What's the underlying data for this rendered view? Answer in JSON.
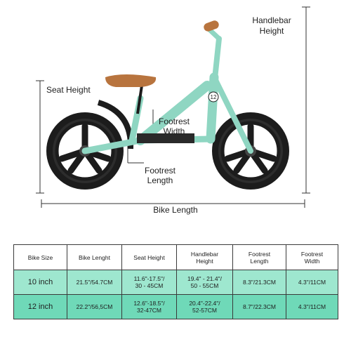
{
  "labels": {
    "handlebar_height": [
      "Handlebar",
      "Height"
    ],
    "seat_height": "Seat Height",
    "footrest_width": [
      "Footrest",
      "Width"
    ],
    "footrest_length": [
      "Footrest",
      "Length"
    ],
    "bike_length": "Bike Length",
    "frame_badge": "12"
  },
  "colors": {
    "frame": "#8fd6c2",
    "tire": "#1c1c1c",
    "saddle": "#b8743e",
    "row_10": "#9ee7cf",
    "row_12": "#6fd9b8"
  },
  "table": {
    "headers": [
      "Bike Size",
      "Bike Lenght",
      "Seat Height",
      "Handlebar\nHeight",
      "Footrest\nLength",
      "Footrest\nWidth"
    ],
    "rows": [
      [
        "10 inch",
        "21.5\"/54.7CM",
        "11.6\"-17.5\"/\n30 - 45CM",
        "19.4\" - 21.4\"/\n50 - 55CM",
        "8.3\"/21.3CM",
        "4.3\"/11CM"
      ],
      [
        "12 inch",
        "22.2\"/56,5CM",
        "12.6\"-18.5\"/\n32-47CM",
        "20.4\"-22.4\"/\n52-57CM",
        "8.7\"/22.3CM",
        "4.3\"/11CM"
      ]
    ]
  }
}
